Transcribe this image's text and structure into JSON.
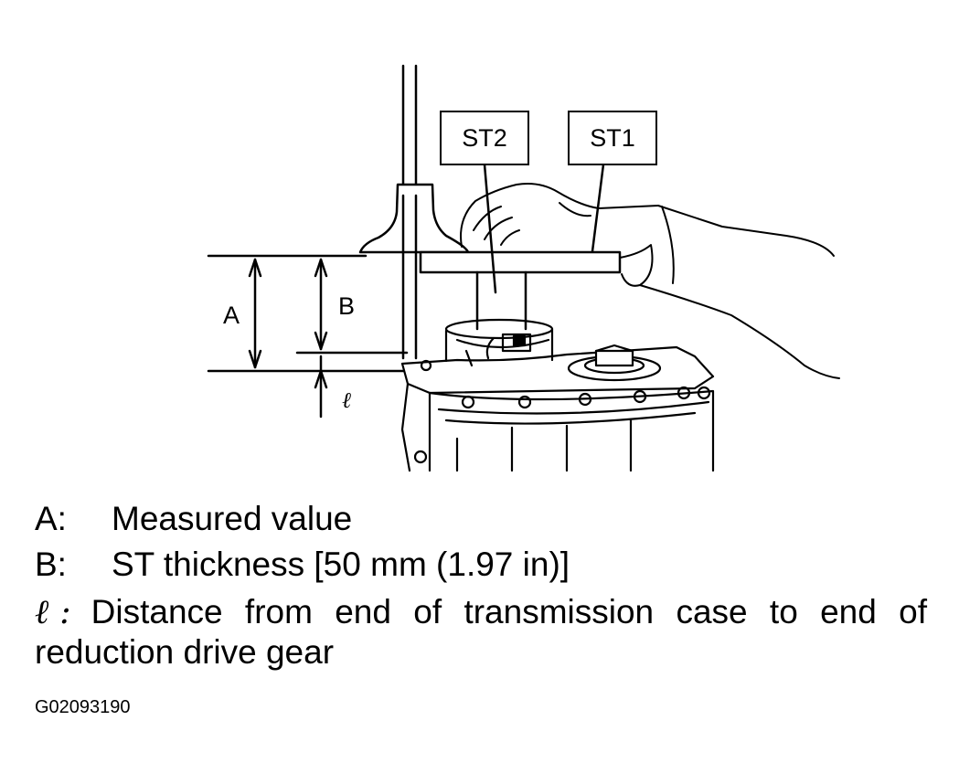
{
  "figure": {
    "callouts": {
      "st2": "ST2",
      "st1": "ST1"
    },
    "dimensions": {
      "a": "A",
      "b": "B",
      "l": "ℓ"
    }
  },
  "legend": {
    "a": {
      "key": "A:",
      "text": "Measured value"
    },
    "b": {
      "key": "B:",
      "text": "ST thickness [50 mm (1.97 in)]"
    },
    "l": {
      "key": "ℓ :",
      "text": "Distance from end of transmission case to end of reduction drive gear"
    }
  },
  "figure_code": "G02093190"
}
